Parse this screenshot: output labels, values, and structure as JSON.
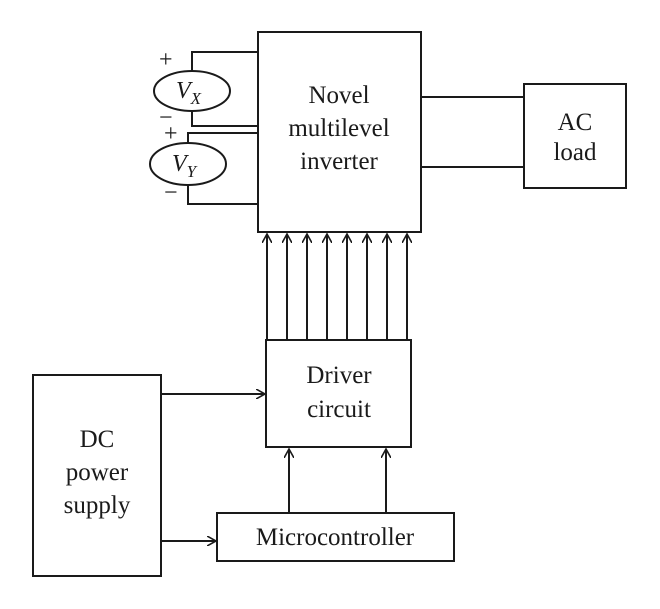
{
  "blocks": {
    "inverter": {
      "lines": [
        "Novel",
        "multilevel",
        "inverter"
      ]
    },
    "ac_load": {
      "lines": [
        "AC",
        "load"
      ]
    },
    "driver": {
      "lines": [
        "Driver",
        "circuit"
      ]
    },
    "dc_supply": {
      "lines": [
        "DC",
        "power",
        "supply"
      ]
    },
    "micro": {
      "label": "Microcontroller"
    }
  },
  "sources": {
    "vx": {
      "symbol": "V",
      "subscript": "X",
      "plus": "+",
      "minus": "−"
    },
    "vy": {
      "symbol": "V",
      "subscript": "Y",
      "plus": "+",
      "minus": "−"
    }
  }
}
